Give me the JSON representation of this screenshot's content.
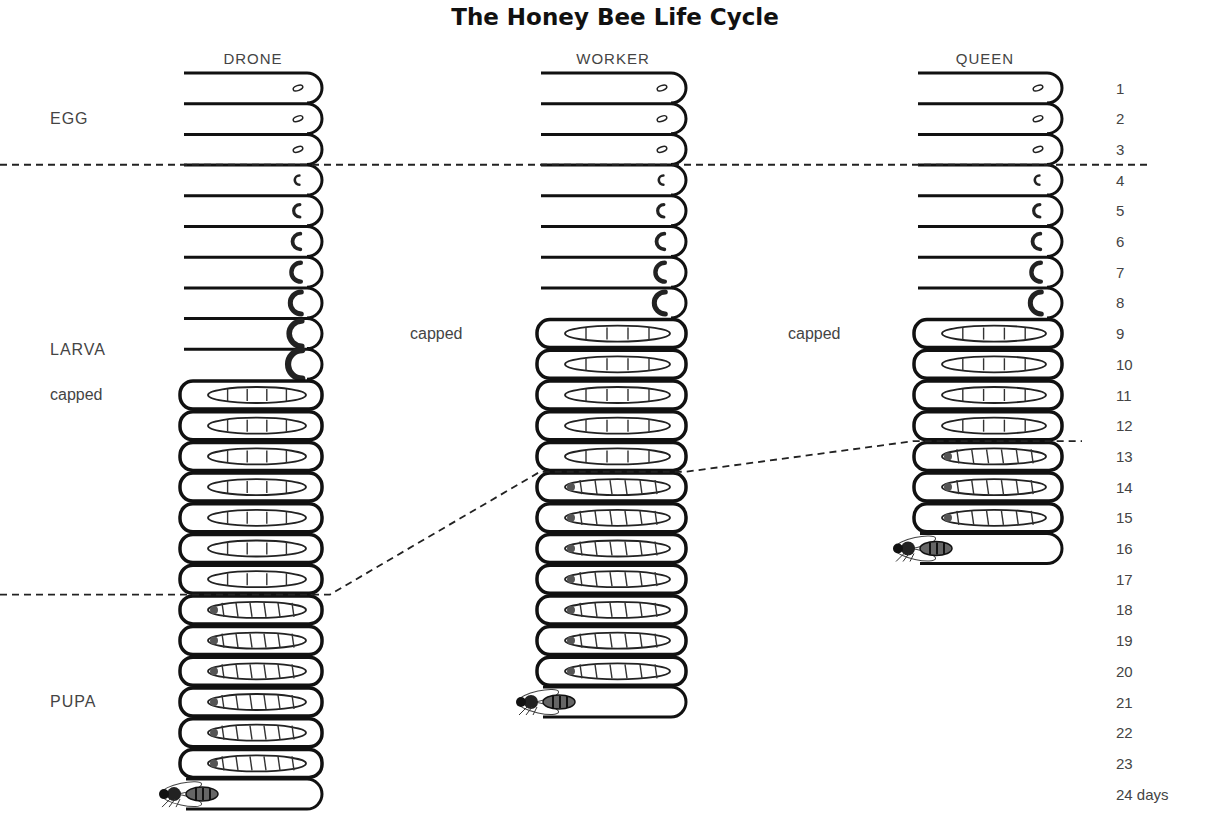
{
  "diagram": {
    "title": "The Honey Bee Life Cycle",
    "labels": [
      "DRONE",
      "WORKER",
      "QUEEN",
      "EGG",
      "capped",
      "capped",
      "LARVA",
      "capped",
      "PUPA",
      "1",
      "2",
      "3",
      "4",
      "5",
      "6",
      "7",
      "8",
      "9",
      "10",
      "11",
      "12",
      "13",
      "14",
      "15",
      "16",
      "17",
      "18",
      "19",
      "20",
      "21",
      "22",
      "23",
      "24 days"
    ]
  }
}
